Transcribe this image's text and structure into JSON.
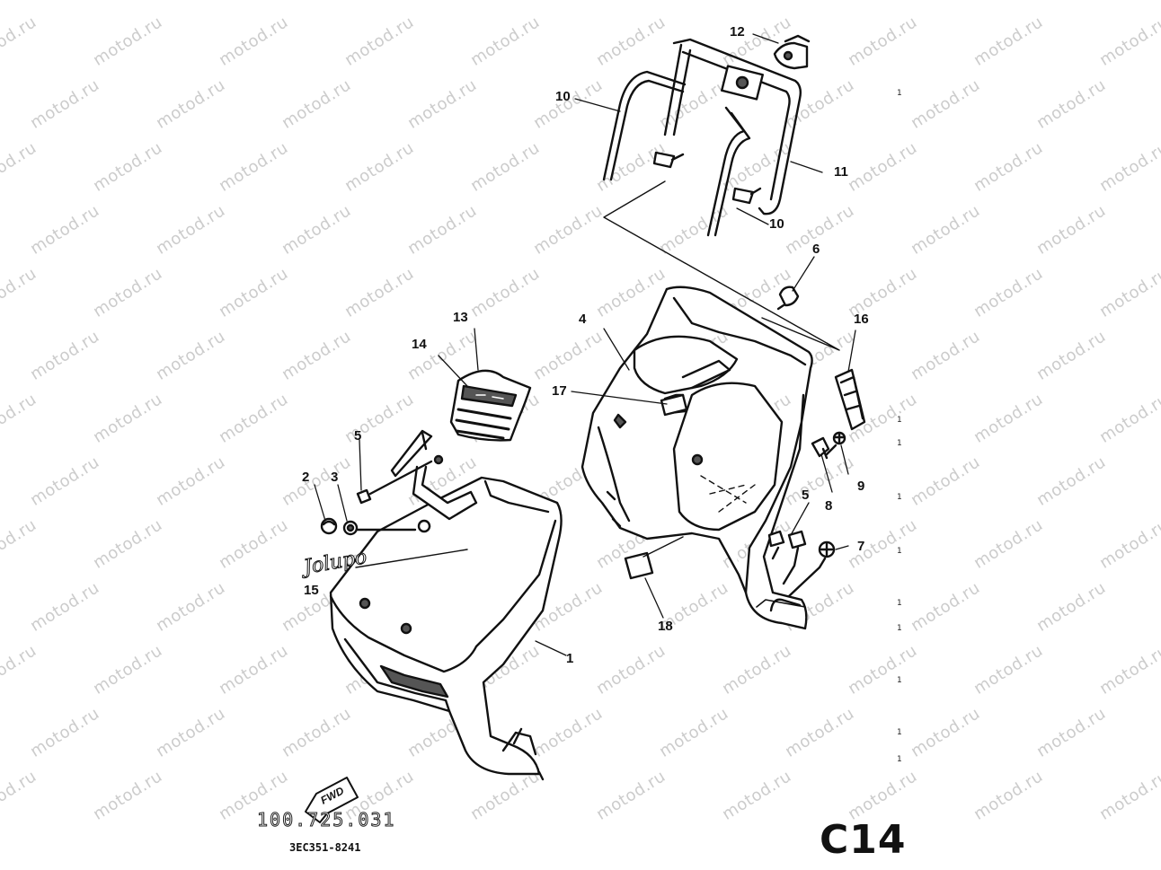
{
  "watermark": {
    "text": "motod.ru"
  },
  "callouts": [
    {
      "id": "1",
      "label": "1"
    },
    {
      "id": "2",
      "label": "2"
    },
    {
      "id": "3",
      "label": "3"
    },
    {
      "id": "4",
      "label": "4"
    },
    {
      "id": "5a",
      "label": "5"
    },
    {
      "id": "5b",
      "label": "5"
    },
    {
      "id": "6",
      "label": "6"
    },
    {
      "id": "7",
      "label": "7"
    },
    {
      "id": "8",
      "label": "8"
    },
    {
      "id": "9",
      "label": "9"
    },
    {
      "id": "10a",
      "label": "10"
    },
    {
      "id": "10b",
      "label": "10"
    },
    {
      "id": "11",
      "label": "11"
    },
    {
      "id": "12",
      "label": "12"
    },
    {
      "id": "13",
      "label": "13"
    },
    {
      "id": "14",
      "label": "14"
    },
    {
      "id": "15",
      "label": "15"
    },
    {
      "id": "16",
      "label": "16"
    },
    {
      "id": "17",
      "label": "17"
    },
    {
      "id": "18",
      "label": "18"
    }
  ],
  "right_column_marks": [
    "1",
    "1",
    "1",
    "1",
    "1",
    "1",
    "1",
    "1",
    "1",
    "1"
  ],
  "emblem_text": "Jolupo",
  "forward_arrow_label": "FWD",
  "print_code": "100.725.031",
  "catalog_code": "3EC351-8241",
  "page_code": "C14",
  "colors": {
    "ink": "#111111",
    "watermark": "#cccccc",
    "fill": "#ffffff",
    "shade": "#555555"
  }
}
